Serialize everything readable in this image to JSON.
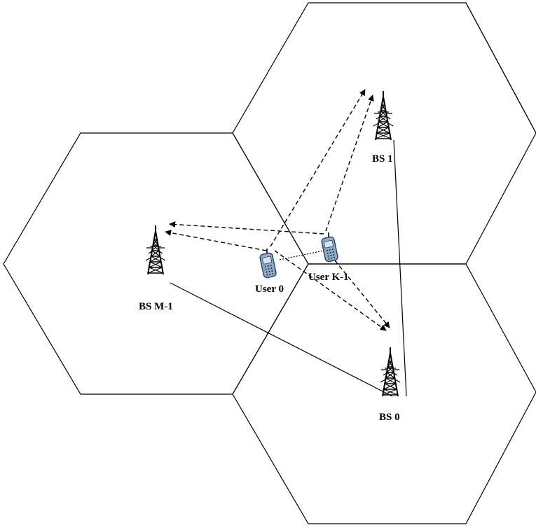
{
  "labels": {
    "bs1": "BS 1",
    "bs0": "BS 0",
    "bsm1": "BS M-1",
    "user0": "User 0",
    "userk1": "User K-1"
  },
  "colors": {
    "line": "#000000",
    "phone_body": "#8fa9c9",
    "phone_screen": "#d8e4f0"
  },
  "icons": {
    "tower": "cell-tower-icon",
    "phone": "mobile-phone-icon"
  },
  "line_styles": {
    "signal": "dashed",
    "interference": "dotted",
    "backhaul": "solid"
  }
}
